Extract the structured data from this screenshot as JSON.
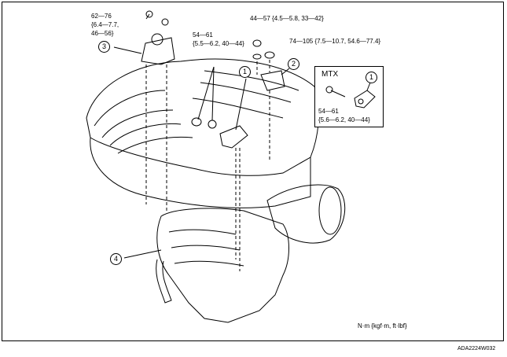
{
  "torque_labels": {
    "bolt_top_left": [
      "62—76",
      "{6.4—7.7,",
      "46—56}"
    ],
    "bolt_center": [
      "54—61",
      "{5.5—6.2, 40—44}"
    ],
    "nut_top": "44—57 {4.5—5.8, 33—42}",
    "nut_right": "74—105 {7.5—10.7, 54.6—77.4}"
  },
  "callouts": {
    "c1": "1",
    "c2": "2",
    "c3": "3",
    "c4": "4"
  },
  "mtx_inset": {
    "title": "MTX",
    "callout": "1",
    "torque": [
      "54—61",
      "{5.6—6.2, 40—44}"
    ]
  },
  "units_note": "N·m {kgf·m, ft·lbf}",
  "figure_code": "ADA2224W032"
}
